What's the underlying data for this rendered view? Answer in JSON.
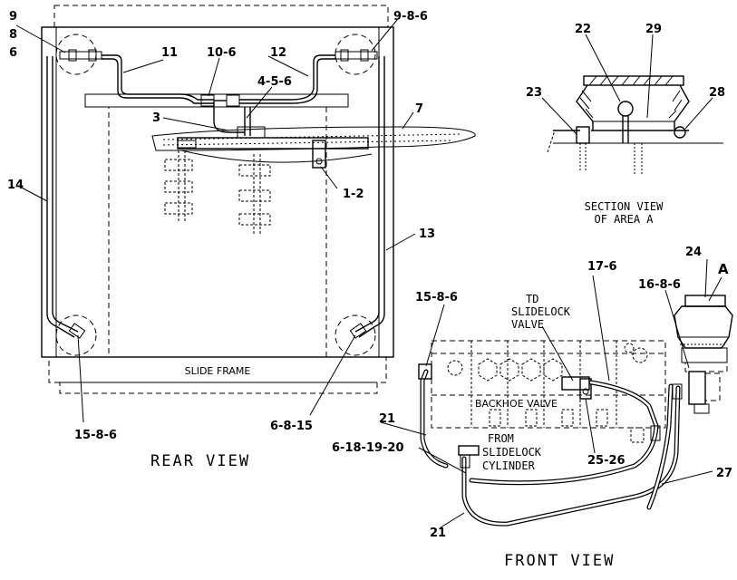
{
  "rear_view": {
    "caption": "REAR VIEW",
    "frame_label": "SLIDE FRAME",
    "callouts": {
      "c_9": "9",
      "c_8": "8",
      "c_6": "6",
      "c_986": "9-8-6",
      "c_11": "11",
      "c_106": "10-6",
      "c_12": "12",
      "c_456": "4-5-6",
      "c_3": "3",
      "c_7": "7",
      "c_12b": "1-2",
      "c_14": "14",
      "c_13": "13",
      "c_1586": "15-8-6",
      "c_6815": "6-8-15"
    }
  },
  "section_view": {
    "caption_line1": "SECTION VIEW",
    "caption_line2": "OF AREA A",
    "callouts": {
      "c_22": "22",
      "c_29": "29",
      "c_23": "23",
      "c_28": "28"
    }
  },
  "front_view": {
    "caption": "FRONT VIEW",
    "valve_label": "BACKHOE VALVE",
    "td_label_1": "TD",
    "td_label_2": "SLIDELOCK",
    "td_label_3": "VALVE",
    "from_label_1": "FROM",
    "from_label_2": "SLIDELOCK",
    "from_label_3": "CYLINDER",
    "callouts": {
      "c_24": "24",
      "c_A": "A",
      "c_176": "17-6",
      "c_1586": "15-8-6",
      "c_1686": "16-8-6",
      "c_21a": "21",
      "c_21b": "21",
      "c_6181920": "6-18-19-20",
      "c_2526": "25-26",
      "c_27": "27"
    }
  }
}
